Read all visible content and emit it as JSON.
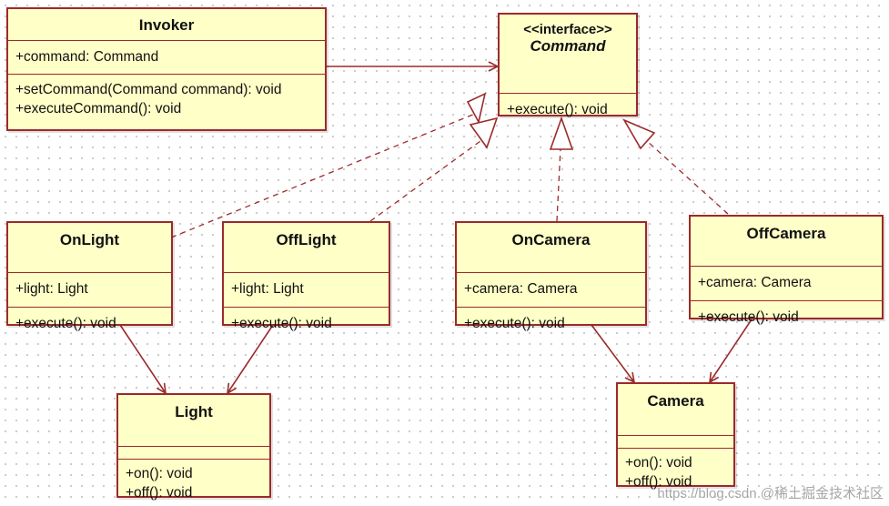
{
  "classes": {
    "invoker": {
      "name": "Invoker",
      "attributes": [
        "+command: Command"
      ],
      "operations": [
        "+setCommand(Command command): void",
        "+executeCommand(): void"
      ]
    },
    "command": {
      "stereotype": "<<interface>>",
      "name": "Command",
      "operations": [
        "+execute(): void"
      ]
    },
    "onlight": {
      "name": "OnLight",
      "attributes": [
        "+light: Light"
      ],
      "operations": [
        "+execute(): void"
      ]
    },
    "offlight": {
      "name": "OffLight",
      "attributes": [
        "+light: Light"
      ],
      "operations": [
        "+execute(): void"
      ]
    },
    "oncamera": {
      "name": "OnCamera",
      "attributes": [
        "+camera: Camera"
      ],
      "operations": [
        "+execute(): void"
      ]
    },
    "offcamera": {
      "name": "OffCamera",
      "attributes": [
        "+camera: Camera"
      ],
      "operations": [
        "+execute(): void"
      ]
    },
    "light": {
      "name": "Light",
      "operations": [
        "+on(): void",
        "+off(): void"
      ]
    },
    "camera": {
      "name": "Camera",
      "operations": [
        "+on(): void",
        "+off(): void"
      ]
    }
  },
  "relations": [
    {
      "from": "Invoker",
      "to": "Command",
      "kind": "association"
    },
    {
      "from": "OnLight",
      "to": "Command",
      "kind": "realization"
    },
    {
      "from": "OffLight",
      "to": "Command",
      "kind": "realization"
    },
    {
      "from": "OnCamera",
      "to": "Command",
      "kind": "realization"
    },
    {
      "from": "OffCamera",
      "to": "Command",
      "kind": "realization"
    },
    {
      "from": "OnLight",
      "to": "Light",
      "kind": "association"
    },
    {
      "from": "OffLight",
      "to": "Light",
      "kind": "association"
    },
    {
      "from": "OnCamera",
      "to": "Camera",
      "kind": "association"
    },
    {
      "from": "OffCamera",
      "to": "Camera",
      "kind": "association"
    }
  ],
  "colors": {
    "class_fill": "#ffffc8",
    "border": "#9c2a2a",
    "background": "#ffffff"
  },
  "watermark": "https://blog.csdn @稀土掘金技术社区"
}
